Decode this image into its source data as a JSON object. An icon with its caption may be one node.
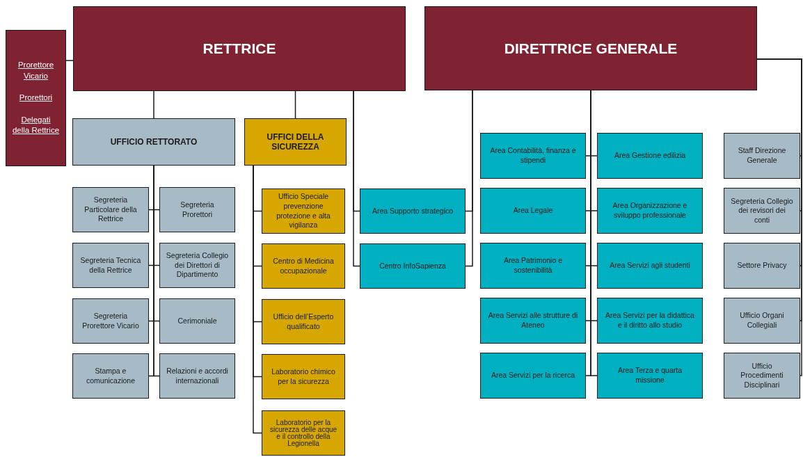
{
  "diagram": {
    "nodes": [
      {
        "text": [
          "Prorettore Vicario",
          "Prorettori",
          "Delegati della Rettrice"
        ]
      },
      {
        "text": [
          "RETTRICE"
        ]
      },
      {
        "text": [
          "DIRETTRICE GENERALE"
        ]
      },
      {
        "text": [
          "UFFICIO RETTORATO"
        ]
      },
      {
        "text": [
          "UFFICI DELLA SICUREZZA"
        ]
      },
      {
        "text": [
          "Segreteria Particolare della Rettrice"
        ]
      },
      {
        "text": [
          "Segreteria Prorettori"
        ]
      },
      {
        "text": [
          "Segreteria Tecnica della Rettrice"
        ]
      },
      {
        "text": [
          "Segreteria Collegio dei Direttori di Dipartimento"
        ]
      },
      {
        "text": [
          "Segreteria Prorettore Vicario"
        ]
      },
      {
        "text": [
          "Cerimoniale"
        ]
      },
      {
        "text": [
          "Stampa e comunicazione"
        ]
      },
      {
        "text": [
          "Relazioni e accordi internazionali"
        ]
      },
      {
        "text": [
          "Ufficio Speciale prevenzione protezione e alta vigilanza"
        ]
      },
      {
        "text": [
          "Centro di Medicina occupazionale"
        ]
      },
      {
        "text": [
          "Ufficio dell’Esperto qualificato"
        ]
      },
      {
        "text": [
          "Laboratorio chimico per la sicurezza"
        ]
      },
      {
        "text": [
          "Laboratorio per la sicurezza delle acque e il controllo della Legionella"
        ]
      },
      {
        "text": [
          "Area Supporto strategico"
        ]
      },
      {
        "text": [
          "Centro InfoSapienza"
        ]
      },
      {
        "text": [
          "Area Contabilità, finanza e stipendi"
        ]
      },
      {
        "text": [
          "Area Gestione edilizia"
        ]
      },
      {
        "text": [
          "Area Legale"
        ]
      },
      {
        "text": [
          "Area Organizzazione e sviluppo professionale"
        ]
      },
      {
        "text": [
          "Area Patrimonio e sostenibilità"
        ]
      },
      {
        "text": [
          "Area Servizi agli studenti"
        ]
      },
      {
        "text": [
          "Area Servizi alle strutture di Ateneo"
        ]
      },
      {
        "text": [
          "Area Servizi per la didattica e il diritto allo studio"
        ]
      },
      {
        "text": [
          "Area Servizi per la ricerca"
        ]
      },
      {
        "text": [
          "Area Terza e quarta missione"
        ]
      },
      {
        "text": [
          "Staff Direzione Generale"
        ]
      },
      {
        "text": [
          "Segreteria Collegio dei revisori dei conti"
        ]
      },
      {
        "text": [
          "Settore Privacy"
        ]
      },
      {
        "text": [
          "Ufficio Organi Collegiali"
        ]
      },
      {
        "text": [
          "Ufficio Procedimenti Disciplinari"
        ]
      }
    ],
    "edges": [
      {
        "from": 0,
        "to": 1,
        "arrow": "none"
      },
      {
        "from": 1,
        "to": 3,
        "arrow": "none"
      },
      {
        "from": 1,
        "to": 4,
        "arrow": "none"
      },
      {
        "from": 3,
        "to": 5,
        "arrow": "none"
      },
      {
        "from": 3,
        "to": 6,
        "arrow": "none"
      },
      {
        "from": 3,
        "to": 7,
        "arrow": "none"
      },
      {
        "from": 3,
        "to": 8,
        "arrow": "none"
      },
      {
        "from": 3,
        "to": 9,
        "arrow": "none"
      },
      {
        "from": 3,
        "to": 10,
        "arrow": "none"
      },
      {
        "from": 3,
        "to": 11,
        "arrow": "none"
      },
      {
        "from": 3,
        "to": 12,
        "arrow": "none"
      },
      {
        "from": 4,
        "to": 13,
        "arrow": "none"
      },
      {
        "from": 4,
        "to": 14,
        "arrow": "none"
      },
      {
        "from": 4,
        "to": 15,
        "arrow": "none"
      },
      {
        "from": 4,
        "to": 16,
        "arrow": "none"
      },
      {
        "from": 4,
        "to": 17,
        "arrow": "none"
      },
      {
        "from": 1,
        "to": 18,
        "arrow": "none"
      },
      {
        "from": 1,
        "to": 19,
        "arrow": "none"
      },
      {
        "from": 2,
        "to": 18,
        "arrow": "none"
      },
      {
        "from": 2,
        "to": 19,
        "arrow": "none"
      },
      {
        "from": 2,
        "to": 20,
        "arrow": "none"
      },
      {
        "from": 2,
        "to": 21,
        "arrow": "none"
      },
      {
        "from": 2,
        "to": 22,
        "arrow": "none"
      },
      {
        "from": 2,
        "to": 23,
        "arrow": "none"
      },
      {
        "from": 2,
        "to": 24,
        "arrow": "none"
      },
      {
        "from": 2,
        "to": 25,
        "arrow": "none"
      },
      {
        "from": 2,
        "to": 26,
        "arrow": "none"
      },
      {
        "from": 2,
        "to": 27,
        "arrow": "none"
      },
      {
        "from": 2,
        "to": 28,
        "arrow": "none"
      },
      {
        "from": 2,
        "to": 29,
        "arrow": "none"
      },
      {
        "from": 2,
        "to": 30,
        "arrow": "none"
      },
      {
        "from": 2,
        "to": 31,
        "arrow": "none"
      },
      {
        "from": 2,
        "to": 32,
        "arrow": "none"
      },
      {
        "from": 2,
        "to": 33,
        "arrow": "none"
      },
      {
        "from": 2,
        "to": 34,
        "arrow": "none"
      }
    ]
  }
}
